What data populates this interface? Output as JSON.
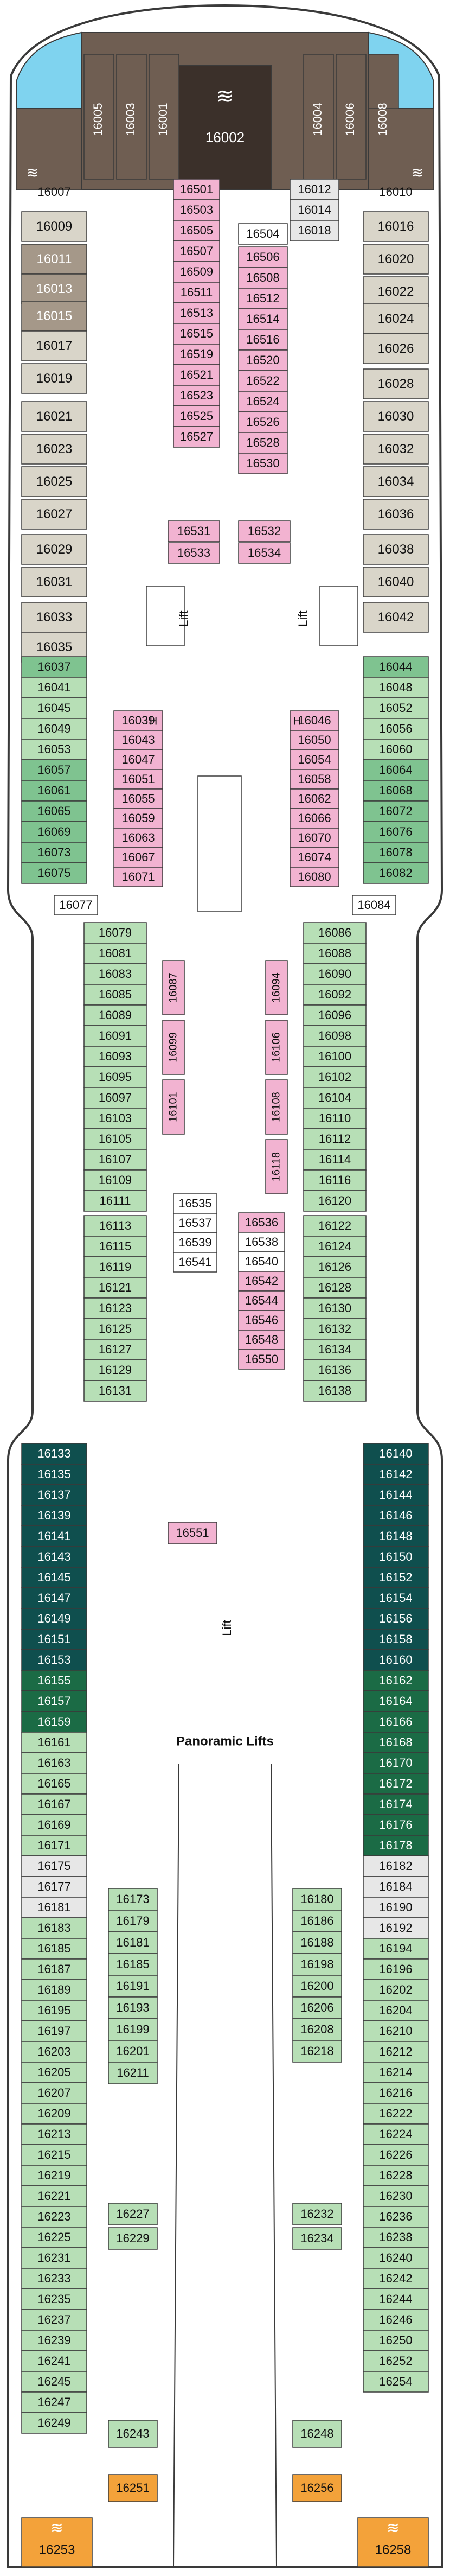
{
  "colors": {
    "outline": "#3a3a3a",
    "thin_line": "#b0b0b0",
    "white": "#ffffff",
    "pink": "#f2b3d1",
    "tan": "#d9d5c9",
    "taupe": "#a59889",
    "green_light": "#b7dfb6",
    "green_mid": "#7fc390",
    "green_dark": "#1b6b45",
    "teal_dark": "#0f4f4e",
    "grey_light": "#e7e7e7",
    "grey_mid": "#c2c2c2",
    "sky": "#7fd3ef",
    "orange": "#f3a23a",
    "suite_dark": "#3b302a",
    "suite_mid": "#6f5e52",
    "text_dark": "#111111",
    "text_light": "#ffffff"
  },
  "icons": {
    "suite": "wave-suite-icon",
    "accessible": "wheelchair-icon",
    "bed": "bed-icon",
    "connecting": "connecting-door-icon"
  },
  "labels": {
    "lift": "Lift",
    "panoramic_lifts": "Panoramic Lifts",
    "h": "H"
  },
  "forward_suites": {
    "center": "16002",
    "left": [
      "16005",
      "16003",
      "16001"
    ],
    "right": [
      "16004",
      "16006",
      "16008"
    ],
    "corner_left": "16007",
    "corner_right": "16010"
  },
  "aft_suites": {
    "left": "16253",
    "right": "16258"
  },
  "cabin_groups": [
    "16009",
    "16011",
    "16013",
    "16015",
    "16017",
    "16019",
    "16021",
    "16023",
    "16025",
    "16027",
    "16029",
    "16031",
    "16033",
    "16035",
    "16016",
    "16020",
    "16022",
    "16024",
    "16026",
    "16028",
    "16030",
    "16032",
    "16034",
    "16036",
    "16038",
    "16040",
    "16042",
    "16501",
    "16503",
    "16505",
    "16507",
    "16509",
    "16511",
    "16513",
    "16515",
    "16519",
    "16521",
    "16523",
    "16525",
    "16527",
    "16012",
    "16014",
    "16018",
    "16504",
    "16506",
    "16508",
    "16512",
    "16514",
    "16516",
    "16520",
    "16522",
    "16524",
    "16526",
    "16528",
    "16530",
    "16531",
    "16533",
    "16532",
    "16534",
    "16037",
    "16041",
    "16045",
    "16049",
    "16053",
    "16057",
    "16061",
    "16065",
    "16069",
    "16073",
    "16075",
    "16044",
    "16048",
    "16052",
    "16056",
    "16060",
    "16064",
    "16068",
    "16072",
    "16076",
    "16078",
    "16082",
    "16039",
    "16043",
    "16047",
    "16051",
    "16055",
    "16059",
    "16063",
    "16067",
    "16071",
    "16046",
    "16050",
    "16054",
    "16058",
    "16062",
    "16066",
    "16070",
    "16074",
    "16080",
    "16077",
    "16084",
    "16079",
    "16081",
    "16083",
    "16085",
    "16089",
    "16091",
    "16093",
    "16095",
    "16097",
    "16103",
    "16105",
    "16107",
    "16109",
    "16111",
    "16113",
    "16115",
    "16119",
    "16121",
    "16123",
    "16125",
    "16127",
    "16129",
    "16131",
    "16086",
    "16088",
    "16090",
    "16092",
    "16096",
    "16098",
    "16100",
    "16102",
    "16104",
    "16110",
    "16112",
    "16114",
    "16116",
    "16120",
    "16122",
    "16124",
    "16126",
    "16128",
    "16130",
    "16132",
    "16134",
    "16136",
    "16138",
    "16087",
    "16099",
    "16101",
    "16094",
    "16106",
    "16108",
    "16118",
    "16535",
    "16537",
    "16539",
    "16541",
    "16536",
    "16538",
    "16540",
    "16542",
    "16544",
    "16546",
    "16548",
    "16550",
    "16551",
    "16133",
    "16135",
    "16137",
    "16139",
    "16141",
    "16143",
    "16145",
    "16147",
    "16149",
    "16151",
    "16153",
    "16155",
    "16157",
    "16159",
    "16161",
    "16163",
    "16165",
    "16167",
    "16169",
    "16171",
    "16175",
    "16177",
    "16181",
    "16183",
    "16185",
    "16187",
    "16189",
    "16195",
    "16197",
    "16203",
    "16205",
    "16207",
    "16209",
    "16213",
    "16215",
    "16219",
    "16221",
    "16223",
    "16225",
    "16231",
    "16233",
    "16235",
    "16237",
    "16239",
    "16241",
    "16245",
    "16247",
    "16249",
    "16140",
    "16142",
    "16144",
    "16146",
    "16148",
    "16150",
    "16152",
    "16154",
    "16156",
    "16158",
    "16160",
    "16162",
    "16164",
    "16166",
    "16168",
    "16170",
    "16172",
    "16174",
    "16176",
    "16178",
    "16182",
    "16184",
    "16190",
    "16192",
    "16194",
    "16196",
    "16202",
    "16204",
    "16210",
    "16212",
    "16214",
    "16216",
    "16222",
    "16224",
    "16226",
    "16228",
    "16230",
    "16236",
    "16238",
    "16240",
    "16242",
    "16244",
    "16246",
    "16250",
    "16252",
    "16254",
    "16173",
    "16179",
    "16181",
    "16185",
    "16191",
    "16193",
    "16199",
    "16201",
    "16211",
    "16180",
    "16186",
    "16188",
    "16198",
    "16200",
    "16206",
    "16208",
    "16218",
    "16227",
    "16229",
    "16232",
    "16234",
    "16243",
    "16251",
    "16248",
    "16256"
  ]
}
